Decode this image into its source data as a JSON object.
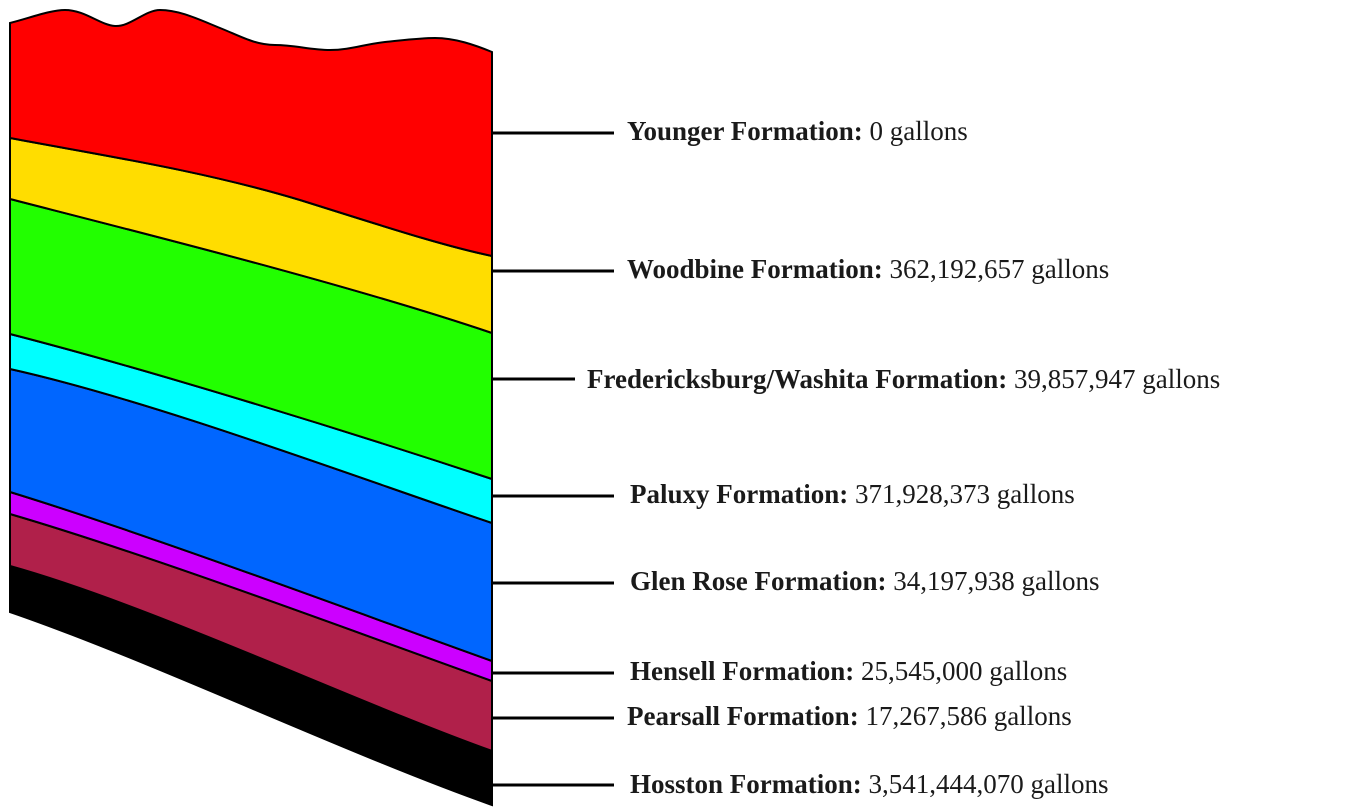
{
  "layers": [
    {
      "name": "Younger Formation:",
      "volume": "0 gallons",
      "color": "#ff0000"
    },
    {
      "name": "Woodbine Formation:",
      "volume": "362,192,657 gallons",
      "color": "#ffdd00"
    },
    {
      "name": "Fredericksburg/Washita Formation:",
      "volume": "39,857,947 gallons",
      "color": "#22ff00"
    },
    {
      "name": "Paluxy Formation:",
      "volume": "371,928,373 gallons",
      "color": "#00ffff"
    },
    {
      "name": "Glen Rose Formation:",
      "volume": "34,197,938 gallons",
      "color": "#0066ff"
    },
    {
      "name": "Hensell Formation:",
      "volume": "25,545,000 gallons",
      "color": "#cc00ff"
    },
    {
      "name": "Pearsall Formation:",
      "volume": "17,267,586 gallons",
      "color": "#b0204a"
    },
    {
      "name": "Hosston Formation:",
      "volume": "3,541,444,070 gallons",
      "color": "#000000"
    }
  ]
}
